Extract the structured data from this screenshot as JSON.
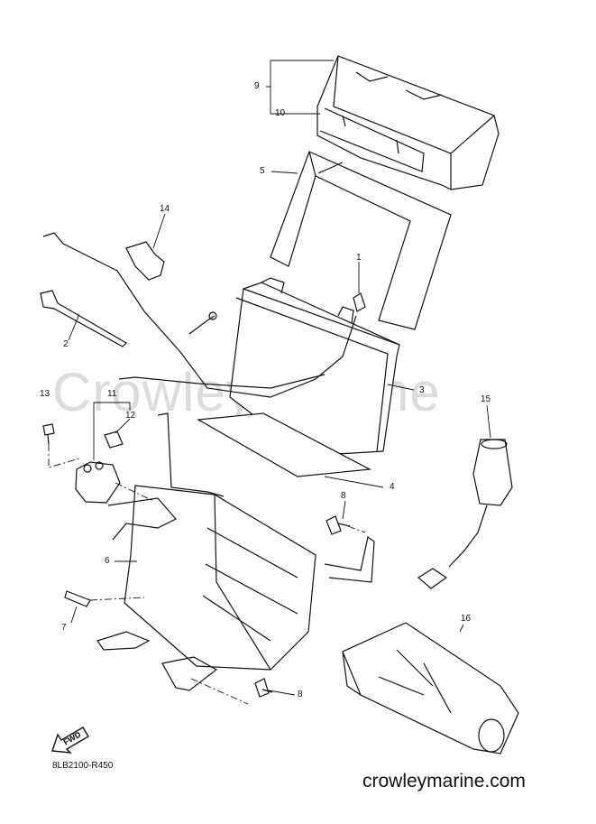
{
  "watermark": "Crowley Marine",
  "footer_url": "crowleymarine.com",
  "diagram_code": "8LB2100-R450",
  "fwd_label": "FWD",
  "callouts": [
    "1",
    "2",
    "3",
    "4",
    "5",
    "6",
    "7",
    "8",
    "8",
    "9",
    "10",
    "11",
    "12",
    "13",
    "14",
    "15",
    "16"
  ]
}
